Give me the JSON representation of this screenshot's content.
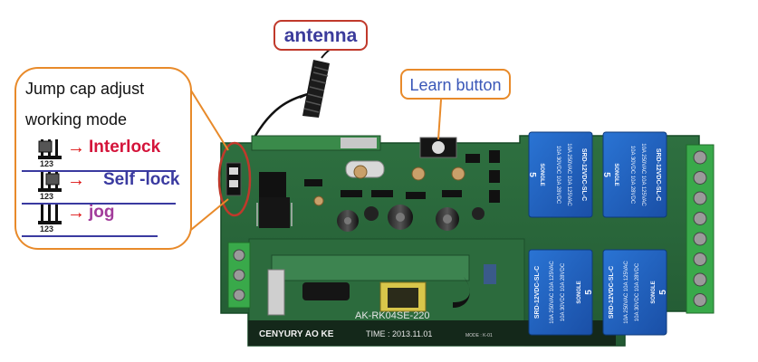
{
  "labels": {
    "antenna": "antenna",
    "learn_button": "Learn button"
  },
  "jump_cap": {
    "title_line1": "Jump cap adjust",
    "title_line2": "working mode",
    "pin_label": "123",
    "modes": [
      {
        "name": "Interlock",
        "color": "#d4143a"
      },
      {
        "name": "Self -lock",
        "color": "#3a3aa0"
      },
      {
        "name": "jog",
        "color": "#a23c9b"
      }
    ]
  },
  "board": {
    "model": "AK-RK04SE-220",
    "brand": "CENYURY AO KE",
    "time": "TIME : 2013.11.01",
    "mode_mark": "MODE : K-01",
    "relay": {
      "brand": "SONGLE",
      "model": "SRD-12VDC-SL-C",
      "rating1": "10A 250VAC 10A 125VAC",
      "rating2": "10A 30VDC 10A 28VDC",
      "pin": "5"
    },
    "colors": {
      "pcb": "#2a6a3c",
      "relay": "#1f63c4",
      "terminal": "#39a94a"
    }
  }
}
